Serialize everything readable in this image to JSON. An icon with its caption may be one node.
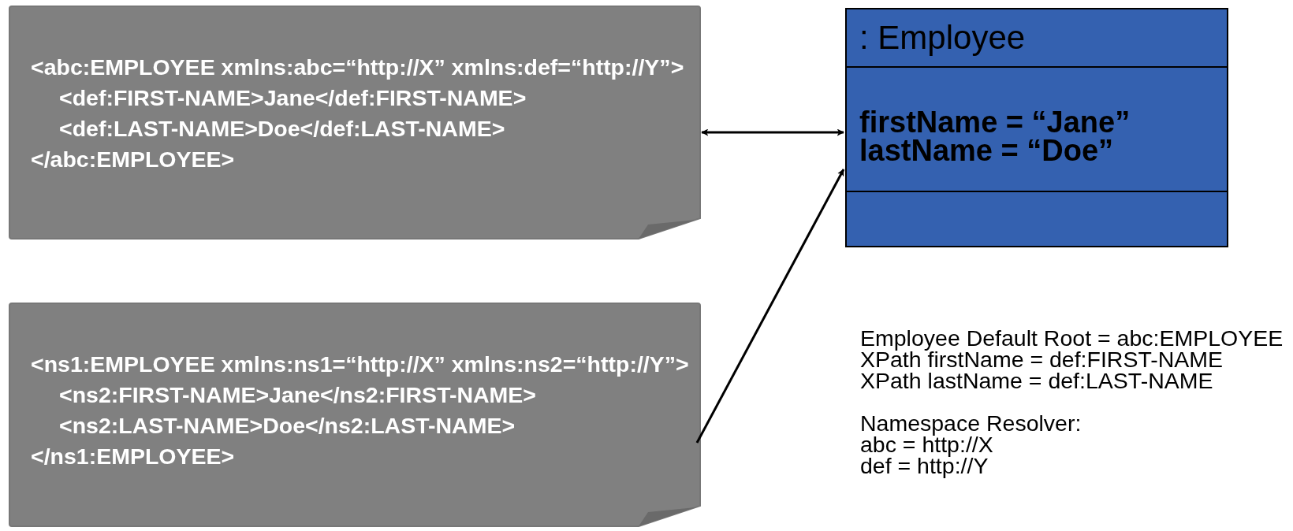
{
  "diagram": {
    "nodes": [
      {
        "text": [
          "<**abc**:EMPLOYEE **xmlns:abc=“http://X” xmlns:def=“http://Y”**>",
          "<**def**:FIRST-NAME>Jane<**/def**:FIRST-NAME>",
          "<**def**:LAST-NAME>Doe<**/def**:LAST-NAME>",
          "<**/abc**:EMPLOYEE>"
        ]
      },
      {
        "text": [
          "<**ns1**:EMPLOYEE **xmlns:ns1=“http://X” xmlns:ns2=“http://Y”**>",
          "<**ns2**:FIRST-NAME>Jane<**/ns2**:FIRST-NAME>",
          "<**ns2**:LAST-NAME>Doe<**/ns2**:LAST-NAME>",
          "<**/ns1**:EMPLOYEE>"
        ]
      },
      {
        "text": [
          ": Employee",
          "firstName = “Jane”",
          "lastName = “Doe”"
        ]
      }
    ],
    "edges": [
      {
        "from": 0,
        "to": 2,
        "arrow": "both"
      },
      {
        "from": 1,
        "to": 2,
        "arrow": "to"
      }
    ],
    "labels": [
      "Employee Default Root = abc:EMPLOYEE",
      "XPath firstName = def:FIRST-NAME",
      "XPath lastName = def:LAST-NAME",
      "Namespace Resolver:",
      "abc = http://X",
      "def = http://Y"
    ]
  }
}
